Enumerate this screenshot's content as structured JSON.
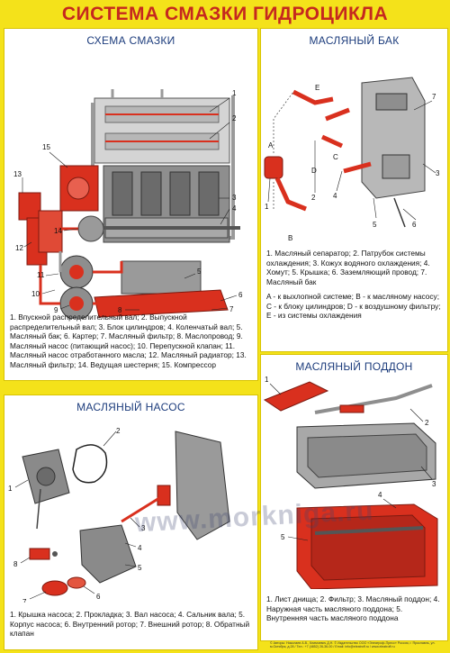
{
  "page": {
    "title": "СИСТЕМА СМАЗКИ ГИДРОЦИКЛА"
  },
  "colors": {
    "background": "#f4e21a",
    "title": "#c5281f",
    "panel_title": "#1c3c7c",
    "part_red": "#d9301e"
  },
  "panels": {
    "scheme": {
      "title": "СХЕМА СМАЗКИ",
      "labels": [
        "1",
        "2",
        "3",
        "4",
        "5",
        "6",
        "7",
        "8",
        "9",
        "10",
        "11",
        "12",
        "13",
        "14",
        "15"
      ],
      "caption": "1. Впускной распределительный вал; 2. Выпускной распределительный вал; 3. Блок цилиндров; 4. Коленчатый вал; 5. Масляный бак; 6. Картер; 7. Масляный фильтр; 8. Маслопровод; 9. Масляный насос (питающий насос); 10. Перепускной клапан; 11. Масляный насос отработанного масла; 12. Масляный радиатор; 13. Масляный фильтр; 14. Ведущая шестерня; 15. Компрессор"
    },
    "tank": {
      "title": "МАСЛЯНЫЙ БАК",
      "labels": [
        "1",
        "2",
        "3",
        "4",
        "5",
        "6",
        "7",
        "A",
        "B",
        "C",
        "D",
        "E"
      ],
      "caption1": "1. Масляный сепаратор; 2. Патрубок системы охлаждения; 3. Кожух водяного охлаждения; 4. Хомут; 5. Крышка; 6. Заземляющий провод; 7. Масляный бак",
      "caption2": "A - к выхлопной системе; B - к масляному насосу; C - к блоку цилиндров; D - к воздушному фильтру; E - из системы охлаждения"
    },
    "pump": {
      "title": "МАСЛЯНЫЙ НАСОС",
      "labels": [
        "1",
        "2",
        "3",
        "4",
        "5",
        "6",
        "7",
        "8"
      ],
      "caption": "1. Крышка насоса; 2. Прокладка; 3. Вал насоса; 4. Сальник вала; 5. Корпус насоса; 6. Внутренний ротор; 7. Внешний ротор; 8. Обратный клапан"
    },
    "pan": {
      "title": "МАСЛЯНЫЙ ПОДДОН",
      "labels": [
        "1",
        "2",
        "3",
        "4",
        "5"
      ],
      "caption": "1. Лист днища; 2. Фильтр; 3. Масляный поддон; 4. Наружная часть масляного поддона; 5. Внутренняя часть масляного поддона"
    }
  },
  "watermark": "www.morkniga.ru",
  "footer": "© Авторы: Николаев А.В., Климчевич Д.Н. © Издательство ООО «Элеатроф-Пресс» Россия, г. Ярославль, ул. м.Октября, д.28 / Тел.: +7 (4852) 26-36-00 / Email: info@eleatroff.ru / www.eleatroff.ru"
}
